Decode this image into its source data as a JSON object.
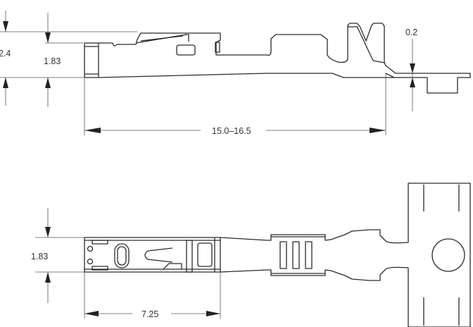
{
  "side_view": {
    "dimensions": {
      "overall_height": "2.4",
      "body_height": "1.83",
      "material_thickness": "0.2",
      "overall_length": "15.0–16.5"
    }
  },
  "top_view": {
    "dimensions": {
      "body_width": "1.83",
      "contact_length": "7.25"
    }
  },
  "colors": {
    "line": "#2a2a2a",
    "background": "#ffffff"
  }
}
